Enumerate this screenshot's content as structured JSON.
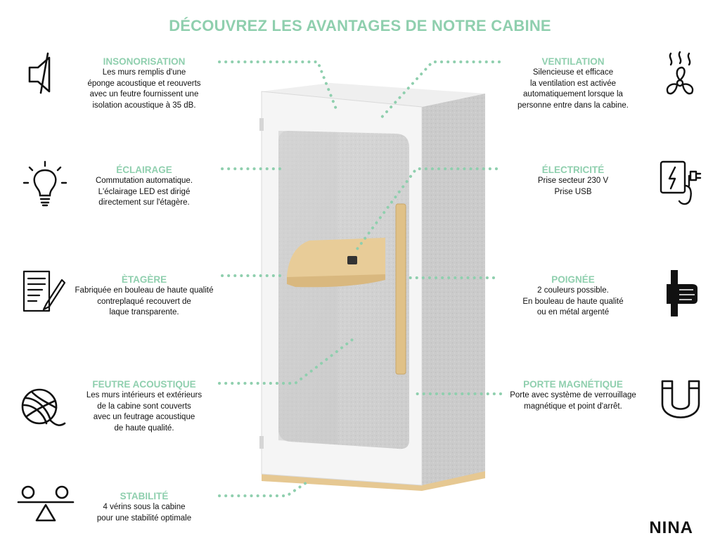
{
  "title": "DÉCOUVREZ LES AVANTAGES DE NOTRE CABINE",
  "brand": "NINA",
  "colors": {
    "accent": "#8fcfae",
    "felt": "#c9c9c9",
    "wood": "#e3c48f",
    "panel": "#f4f4f4"
  },
  "features": {
    "insonorisation": {
      "title": "INSONORISATION",
      "desc": "Les murs remplis d'une\néponge acoustique et reouverts\navec un feutre fournissent une\nisolation acoustique à 35 dB.",
      "icon": "sound-off-icon"
    },
    "eclairage": {
      "title": "ÉCLAIRAGE",
      "desc": "Commutation automatique.\nL'éclairage LED est dirigé\ndirectement sur l'étagère.",
      "icon": "lightbulb-icon"
    },
    "etagere": {
      "title": "ÈTAGÈRE",
      "desc": "Fabriquée en bouleau de haute qualité\ncontreplaqué recouvert de\nlaque transparente.",
      "icon": "document-pen-icon"
    },
    "feutre": {
      "title": "FEUTRE ACOUSTIQUE",
      "desc": "Les murs intérieurs et extérieurs\nde la cabine sont couverts\navec un feutrage acoustique\nde haute qualité.",
      "icon": "yarn-ball-icon"
    },
    "stabilite": {
      "title": "STABILITÉ",
      "desc": "4 vérins sous la cabine\npour une stabilité optimale",
      "icon": "balance-icon"
    },
    "ventilation": {
      "title": "VENTILATION",
      "desc": "Silencieuse et efficace\nla ventilation est activée\nautomatiquement lorsque la\npersonne entre dans la cabine.",
      "icon": "fan-icon"
    },
    "electricite": {
      "title": "ÉLECTRICITÉ",
      "desc": "Prise secteur 230 V\nPrise USB",
      "icon": "power-plug-icon"
    },
    "poignee": {
      "title": "POIGNÉE",
      "desc": "2 couleurs possible.\nEn bouleau de haute qualité\nou en métal argenté",
      "icon": "hand-grip-icon"
    },
    "porte": {
      "title": "PORTE MAGNÉTIQUE",
      "desc": "Porte avec système de verrouillage\nmagnétique et point d'arrêt.",
      "icon": "magnet-icon"
    }
  }
}
